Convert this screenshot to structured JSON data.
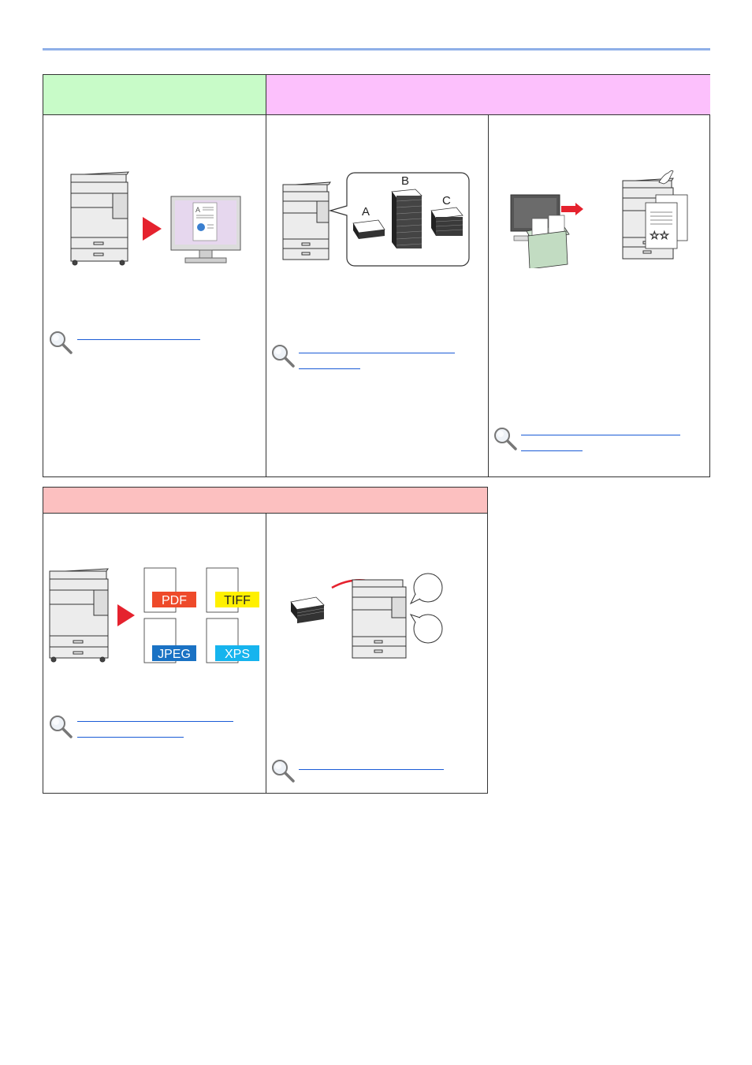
{
  "page": {
    "rule_color": "#8fb0e8"
  },
  "colors": {
    "header_green": "#c8fbc8",
    "header_pink": "#fcc0fc",
    "header_red": "#fcc0c0",
    "link_blue": "#1a5bd6",
    "arrow_red": "#e5222e"
  },
  "illustrations": {
    "sort_stack_labels": [
      "A",
      "B",
      "C"
    ],
    "file_formats": [
      {
        "label": "PDF",
        "color": "#ee4a2a",
        "text_color": "#ffffff"
      },
      {
        "label": "TIFF",
        "color": "#fff000",
        "text_color": "#222222"
      },
      {
        "label": "JPEG",
        "color": "#1a72c4",
        "text_color": "#ffffff"
      },
      {
        "label": "XPS",
        "color": "#16b4ee",
        "text_color": "#ffffff"
      }
    ]
  }
}
